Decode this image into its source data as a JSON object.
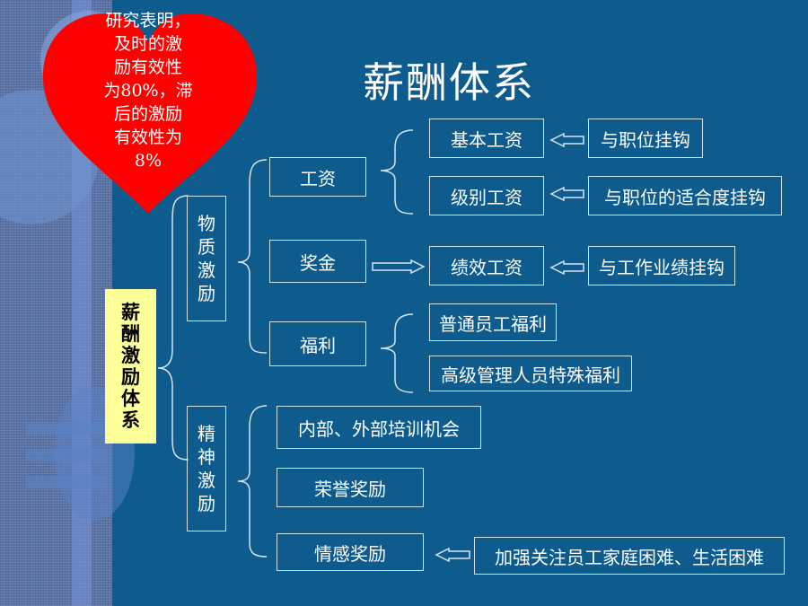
{
  "slide": {
    "title": "薪酬体系",
    "heart_note": [
      "研究表明，",
      "及时的激",
      "励有效性",
      "为80%，滞",
      "后的激励",
      "有效性为",
      "8%"
    ],
    "root_label": [
      "薪",
      "酬",
      "激",
      "励",
      "体",
      "系"
    ],
    "categories": {
      "material": [
        "物",
        "质",
        "激",
        "励"
      ],
      "spiritual": [
        "精",
        "神",
        "激",
        "励"
      ]
    },
    "material_items": {
      "wage": "工资",
      "bonus": "奖金",
      "welfare": "福利"
    },
    "wage_items": {
      "base": "基本工资",
      "level": "级别工资"
    },
    "wage_links": {
      "base": "与职位挂钩",
      "level": "与职位的适合度挂钩"
    },
    "bonus_item": "绩效工资",
    "bonus_link": "与工作业绩挂钩",
    "welfare_items": {
      "general": "普通员工福利",
      "senior": "高级管理人员特殊福利"
    },
    "spiritual_items": {
      "training": "内部、外部培训机会",
      "honor": "荣誉奖励",
      "emotional": "情感奖励"
    },
    "emotional_link": "加强关注员工家庭困难、生活困难"
  },
  "colors": {
    "background": "#0e5b8e",
    "heart": "#ff0000",
    "root_label_bg": "#ffff99",
    "box_border": "#cfe0ef"
  }
}
